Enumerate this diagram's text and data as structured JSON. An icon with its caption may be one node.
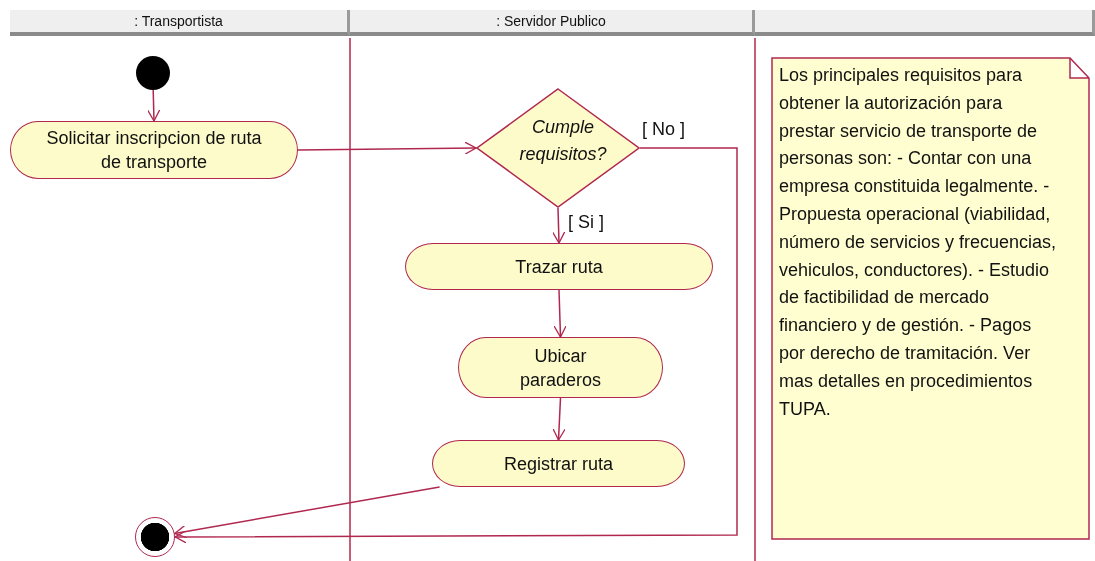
{
  "diagram": {
    "nodes": [
      {
        "text": [],
        "shape": "circle"
      },
      {
        "text": [
          "Solicitar inscripcion de ruta de transporte"
        ]
      },
      {
        "text": [
          "Cumple requisitos?"
        ]
      },
      {
        "text": [
          "Trazar ruta"
        ]
      },
      {
        "text": [
          "Ubicar paraderos"
        ]
      },
      {
        "text": [
          "Registrar ruta"
        ]
      },
      {
        "text": [],
        "shape": "circle"
      },
      {
        "text": [
          "Los principales requisitos para obtener la autorización para prestar servicio de transporte de personas son: - Contar con una empresa constituida legalmente. - Propuesta operacional (viabilidad, número de servicios y frecuencias, vehiculos, conductores). - Estudio de factibilidad de mercado financiero y de gestión. - Pagos por derecho de tramitación. Ver mas detalles en procedimientos TUPA."
        ]
      }
    ],
    "edges": [
      {
        "from": 0,
        "to": 1,
        "arrow": "to"
      },
      {
        "from": 1,
        "to": 2,
        "arrow": "to"
      },
      {
        "from": 2,
        "to": 3,
        "arrow": "to",
        "label": "[ Si ]"
      },
      {
        "from": 3,
        "to": 4,
        "arrow": "to"
      },
      {
        "from": 4,
        "to": 5,
        "arrow": "to"
      },
      {
        "from": 5,
        "to": 6,
        "arrow": "to"
      },
      {
        "from": 2,
        "to": 6,
        "arrow": "to",
        "label": "[ No ]"
      }
    ],
    "labels": [
      ": Transportista",
      ": Servidor Publico"
    ]
  }
}
